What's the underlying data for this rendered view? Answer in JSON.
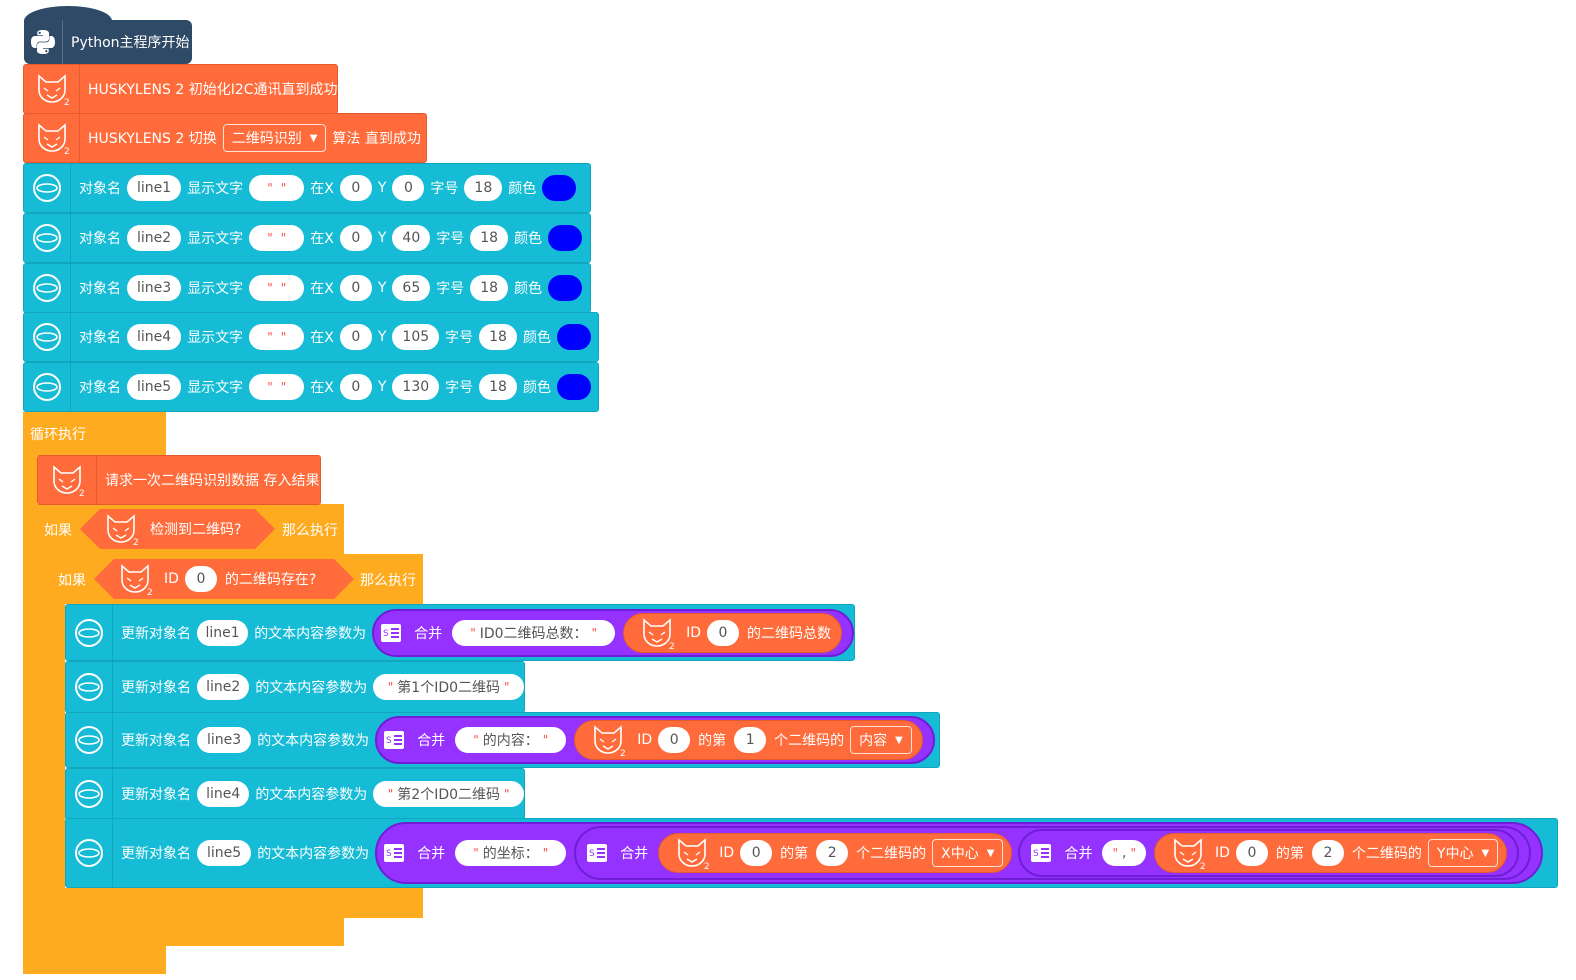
{
  "hat": {
    "label": "Python主程序开始"
  },
  "init": {
    "label": "HUSKYLENS 2 初始化I2C通讯直到成功"
  },
  "switch": {
    "prefix": "HUSKYLENS 2 切换",
    "algorithm": "二维码识别",
    "suffix": "算法 直到成功"
  },
  "text_labels": {
    "object_name": "对象名",
    "display_text": "显示文字",
    "at_x": "在X",
    "y": "Y",
    "font_size": "字号",
    "color": "颜色"
  },
  "text_objects": [
    {
      "name": "line1",
      "text": "",
      "x": "0",
      "y": "0",
      "size": "18",
      "color": "#0000ff"
    },
    {
      "name": "line2",
      "text": "",
      "x": "0",
      "y": "40",
      "size": "18",
      "color": "#0000ff"
    },
    {
      "name": "line3",
      "text": "",
      "x": "0",
      "y": "65",
      "size": "18",
      "color": "#0000ff"
    },
    {
      "name": "line4",
      "text": "",
      "x": "0",
      "y": "105",
      "size": "18",
      "color": "#0000ff"
    },
    {
      "name": "line5",
      "text": "",
      "x": "0",
      "y": "130",
      "size": "18",
      "color": "#0000ff"
    }
  ],
  "loop": {
    "label": "循环执行"
  },
  "request": {
    "label": "请求一次二维码识别数据 存入结果"
  },
  "if1": {
    "if_label": "如果",
    "condition": "检测到二维码?",
    "then_label": "那么执行"
  },
  "if2": {
    "if_label": "如果",
    "id_label": "ID",
    "id_value": "0",
    "condition": "的二维码存在?",
    "then_label": "那么执行"
  },
  "update_labels": {
    "prefix": "更新对象名",
    "middle": "的文本内容参数为",
    "join": "合并",
    "id": "ID",
    "nth": "的第",
    "of_code": "个二维码的",
    "total": "的二维码总数"
  },
  "updates": [
    {
      "name": "line1",
      "string": "ID0二维码总数：",
      "id": "0"
    },
    {
      "name": "line2",
      "string": "第1个ID0二维码"
    },
    {
      "name": "line3",
      "string": "的内容：",
      "id": "0",
      "index": "1",
      "attr": "内容"
    },
    {
      "name": "line4",
      "string": "第2个ID0二维码"
    },
    {
      "name": "line5",
      "string": "的坐标：",
      "id_a": "0",
      "index_a": "2",
      "attr_a": "X中心",
      "sep": ",",
      "id_b": "0",
      "index_b": "2",
      "attr_b": "Y中心"
    }
  ],
  "colors": {
    "hat": "#2e4a66",
    "huskylens": "#ff6b3a",
    "display": "#16bcd6",
    "control": "#ffab1f",
    "text": "#9532ff"
  },
  "icons": {
    "hat": "python-logo-icon",
    "huskylens": "huskylens-fox-icon",
    "display": "ring-icon",
    "text": "list-icon"
  }
}
